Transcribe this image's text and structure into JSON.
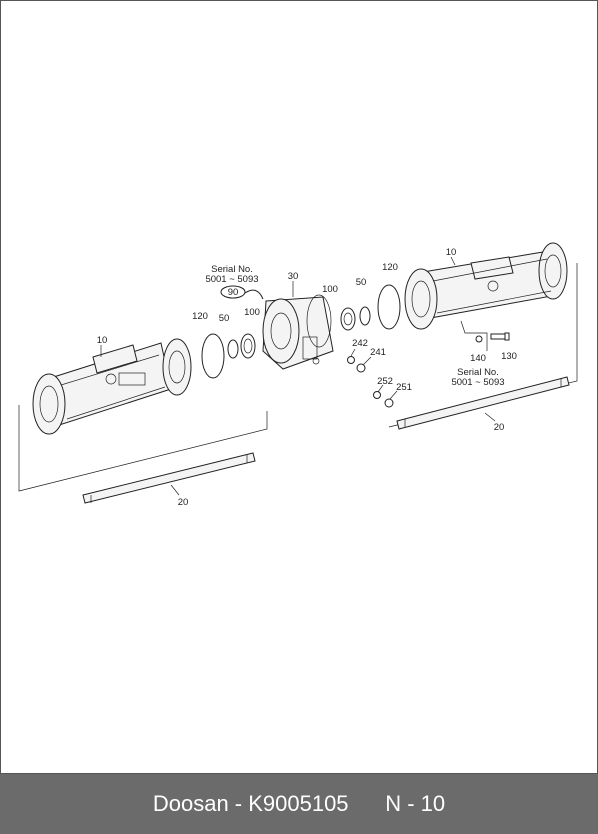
{
  "labels": {
    "housing_left": "10",
    "housing_right": "10",
    "center_housing": "30",
    "oring_left": "120",
    "oring_right": "120",
    "ring_left": "50",
    "ring_right": "50",
    "bearing_left": "100",
    "bearing_right": "100",
    "plug_90": "90",
    "part_242": "242",
    "part_241": "241",
    "part_252": "252",
    "part_251": "251",
    "part_140": "140",
    "part_130": "130",
    "shaft_left": "20",
    "shaft_right": "20"
  },
  "notes": {
    "serial_top_line1": "Serial No.",
    "serial_top_line2": "5001 ~ 5093",
    "serial_right_line1": "Serial No.",
    "serial_right_line2": "5001 ~ 5093"
  },
  "footer": {
    "brand_part": "Doosan - K9005105",
    "page": "N - 10"
  }
}
